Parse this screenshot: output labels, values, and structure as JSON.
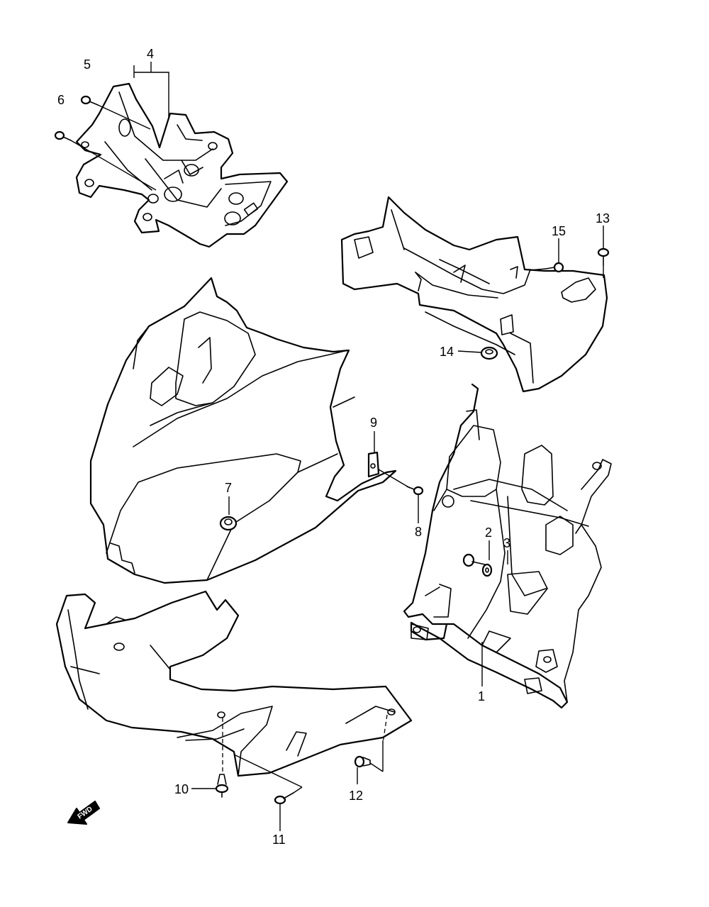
{
  "callouts": [
    {
      "id": "1",
      "label": "1"
    },
    {
      "id": "2",
      "label": "2"
    },
    {
      "id": "3",
      "label": "3"
    },
    {
      "id": "4",
      "label": "4"
    },
    {
      "id": "5",
      "label": "5"
    },
    {
      "id": "6",
      "label": "6"
    },
    {
      "id": "7",
      "label": "7"
    },
    {
      "id": "8",
      "label": "8"
    },
    {
      "id": "9",
      "label": "9"
    },
    {
      "id": "10",
      "label": "10"
    },
    {
      "id": "11",
      "label": "11"
    },
    {
      "id": "12",
      "label": "12"
    },
    {
      "id": "13",
      "label": "13"
    },
    {
      "id": "14",
      "label": "14"
    },
    {
      "id": "15",
      "label": "15"
    }
  ],
  "fwd_arrow": {
    "label": "FWD",
    "icon": "forward-arrow-icon"
  },
  "colors": {
    "line": "#000000",
    "background": "#ffffff"
  }
}
